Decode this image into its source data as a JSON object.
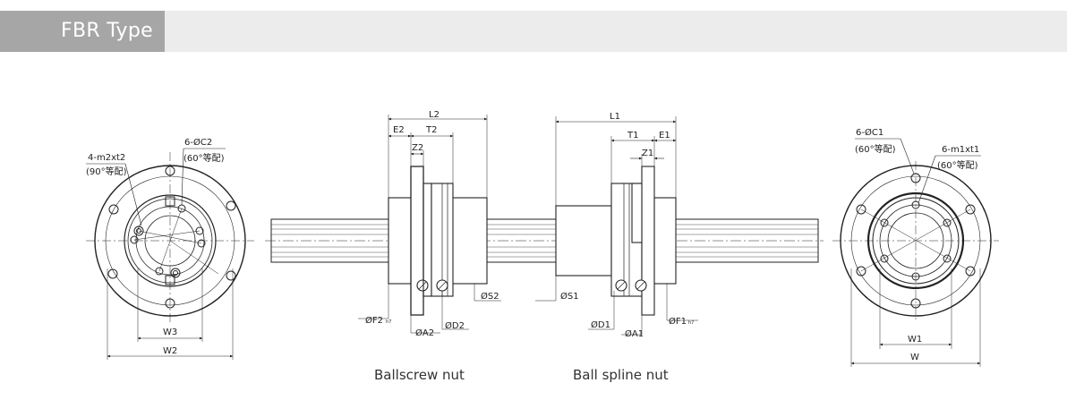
{
  "header": {
    "title": "FBR Type"
  },
  "captions": {
    "ballscrew": "Ballscrew nut",
    "spline": "Ball spline nut"
  },
  "labels": {
    "left_end": {
      "holes": "4-m2xt2",
      "holes_note": "(90°等配)",
      "bolt_circle": "6-ØC2",
      "bolt_note": "(60°等配)",
      "w3": "W3",
      "w2": "W2"
    },
    "ballscrew": {
      "l2": "L2",
      "e2": "E2",
      "t2": "T2",
      "z2": "Z2",
      "s2": "ØS2",
      "f2": "ØF2",
      "f2_tol": "h7",
      "a2": "ØA2",
      "d2": "ØD2"
    },
    "spline": {
      "l1": "L1",
      "t1": "T1",
      "e1": "E1",
      "z1": "Z1",
      "s1": "ØS1",
      "d1": "ØD1",
      "a1": "ØA1",
      "f1": "ØF1",
      "f1_tol": "h7"
    },
    "right_end": {
      "bolt_circle": "6-ØC1",
      "bolt_note": "(60°等配)",
      "holes": "6-m1xt1",
      "holes_note": "(60°等配)",
      "w1": "W1",
      "w": "W"
    }
  }
}
